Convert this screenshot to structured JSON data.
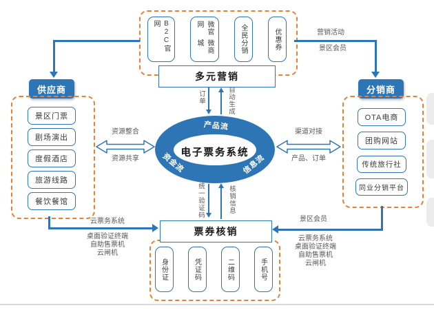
{
  "colors": {
    "accent_blue": "#2E75B6",
    "dashed_orange": "#ED7D31",
    "label_gray": "#595959"
  },
  "core": {
    "title": "电子票务系统",
    "flow_top": "产品流",
    "flow_left": "资金流",
    "flow_right": "信息流"
  },
  "marketing": {
    "title": "多元营销",
    "channels": [
      "B2C官网",
      "微官网",
      "微商城",
      "全民分销",
      "优惠券"
    ]
  },
  "supplier": {
    "title": "供应商",
    "items": [
      "景区门票",
      "剧场演出",
      "度假酒店",
      "旅游线路",
      "餐饮餐馆"
    ]
  },
  "distributor": {
    "title": "分销商",
    "items": [
      "OTA电商",
      "团购网站",
      "传统旅行社",
      "同业分销平台"
    ]
  },
  "verification": {
    "title": "票券核销",
    "methods": [
      "身份证",
      "凭证码",
      "二维码",
      "手机号"
    ]
  },
  "edges": {
    "marketing_to_distributor": {
      "above": "营销活动",
      "below": "景区会员"
    },
    "marketing_core_down": "订单",
    "marketing_core_up": "自动生成",
    "supplier_core": {
      "above": "资源整合",
      "below": "资源共享"
    },
    "distributor_core": {
      "above": "渠道对接",
      "below": "产品、订单"
    },
    "core_verify_down": "统一验证码",
    "core_verify_up": "核销信息",
    "supplier_to_verify": {
      "above": "云票务系统",
      "below": [
        "桌面验证终端",
        "自助售票机",
        "云闸机"
      ]
    },
    "distributor_to_verify": {
      "above": "景区会员",
      "below": [
        "云票务系统",
        "桌面验证终端",
        "自助售票机",
        "云闸机"
      ]
    }
  }
}
